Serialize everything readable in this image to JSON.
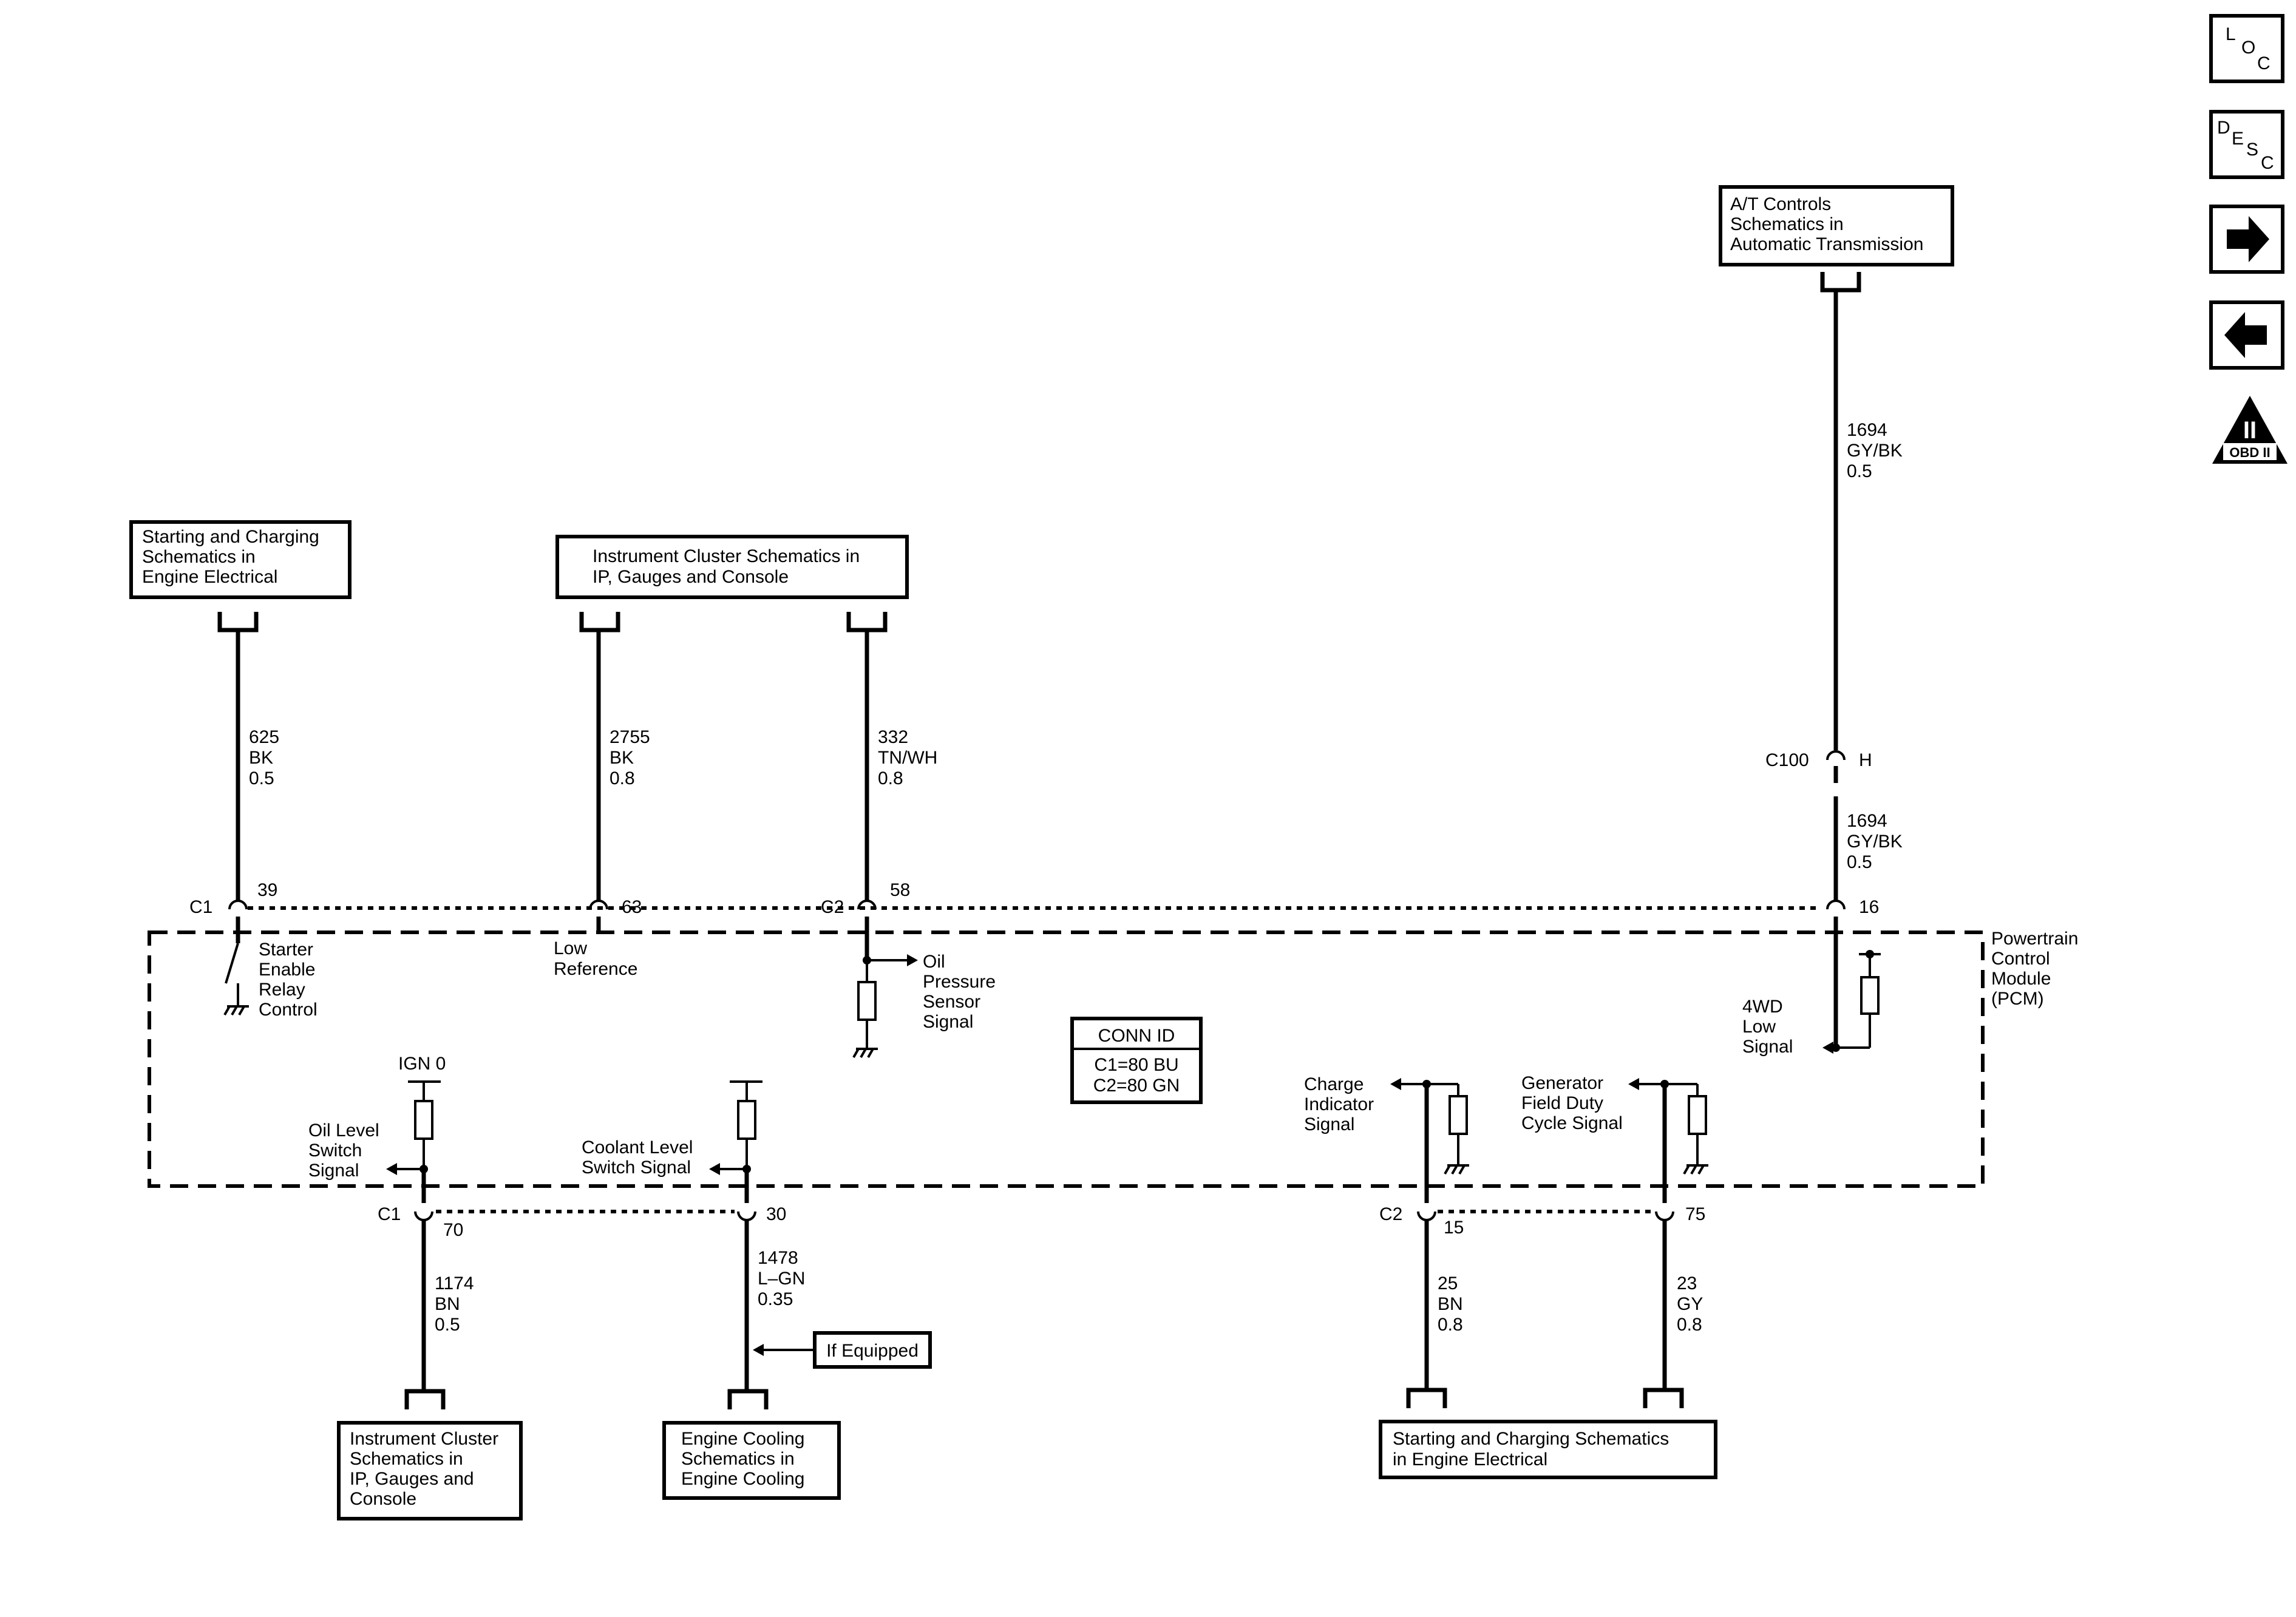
{
  "nav": {
    "loc": [
      "L",
      "O",
      "C"
    ],
    "desc": [
      "D",
      "E",
      "S",
      "C"
    ],
    "obd": {
      "numeral": "II",
      "label": "OBD II"
    }
  },
  "pcm_label": [
    "Powertrain",
    "Control",
    "Module",
    "(PCM)"
  ],
  "conn_id": {
    "title": "CONN ID",
    "lines": [
      "C1=80 BU",
      "C2=80 GN"
    ]
  },
  "refs": {
    "starting_top": [
      "Starting and Charging",
      "Schematics in",
      "Engine Electrical"
    ],
    "instr_top": [
      "Instrument Cluster Schematics in",
      "IP, Gauges and Console"
    ],
    "at_controls": [
      "A/T Controls",
      "Schematics in",
      "Automatic Transmission"
    ],
    "instr_bottom": [
      "Instrument Cluster",
      "Schematics in",
      "IP, Gauges and",
      "Console"
    ],
    "engine_cooling": [
      "Engine Cooling",
      "Schematics in",
      "Engine Cooling"
    ],
    "starting_bottom": [
      "Starting and Charging Schematics",
      "in Engine Electrical"
    ]
  },
  "wires": {
    "w625": [
      "625",
      "BK",
      "0.5"
    ],
    "w2755": [
      "2755",
      "BK",
      "0.8"
    ],
    "w332": [
      "332",
      "TN/WH",
      "0.8"
    ],
    "w1694_top": [
      "1694",
      "GY/BK",
      "0.5"
    ],
    "w1694_bot": [
      "1694",
      "GY/BK",
      "0.5"
    ],
    "w1174": [
      "1174",
      "BN",
      "0.5"
    ],
    "w1478": [
      "1478",
      "L–GN",
      "0.35"
    ],
    "w25": [
      "25",
      "BN",
      "0.8"
    ],
    "w23": [
      "23",
      "GY",
      "0.8"
    ]
  },
  "connectors": {
    "c1_top": "C1",
    "c2_top": "C2",
    "c100": "C100",
    "c100_pin": "H",
    "c1_bottom": "C1",
    "c2_bottom": "C2"
  },
  "pins": {
    "p39": "39",
    "p63": "63",
    "p58": "58",
    "p16": "16",
    "p70": "70",
    "p30": "30",
    "p15": "15",
    "p75": "75"
  },
  "signals": {
    "starter": [
      "Starter",
      "Enable",
      "Relay",
      "Control"
    ],
    "low_ref": [
      "Low",
      "Reference"
    ],
    "oil_pressure": [
      "Oil",
      "Pressure",
      "Sensor",
      "Signal"
    ],
    "wd4": [
      "4WD",
      "Low",
      "Signal"
    ],
    "ign": "IGN 0",
    "oil_level": [
      "Oil Level",
      "Switch",
      "Signal"
    ],
    "coolant": [
      "Coolant Level",
      "Switch Signal"
    ],
    "charge": [
      "Charge",
      "Indicator",
      "Signal"
    ],
    "generator": [
      "Generator",
      "Field Duty",
      "Cycle Signal"
    ]
  },
  "if_equipped": "If Equipped"
}
